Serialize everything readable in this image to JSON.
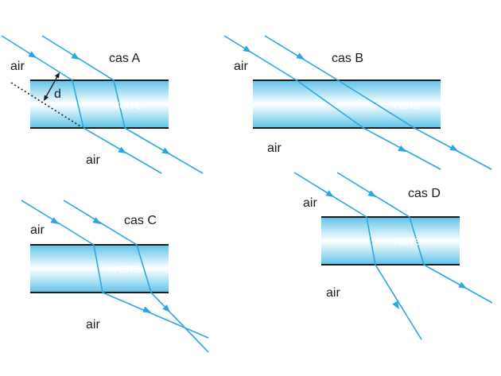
{
  "panels": {
    "a": {
      "case_label": "cas A",
      "medium_top": "air",
      "medium_glass": "verre",
      "medium_bottom": "air",
      "distance_label": "d"
    },
    "b": {
      "case_label": "cas B",
      "medium_top": "air",
      "medium_glass": "verre",
      "medium_bottom": "air"
    },
    "c": {
      "case_label": "cas C",
      "medium_top": "air",
      "medium_glass": "verre",
      "medium_bottom": "air"
    },
    "d": {
      "case_label": "cas D",
      "medium_top": "air",
      "medium_glass": "verre",
      "medium_bottom": "air"
    }
  },
  "colors": {
    "ray": "#2aa7e3",
    "glass_center": "#ffffff",
    "glass_edge": "#5fc3e8",
    "interface": "#1a1a1a"
  }
}
